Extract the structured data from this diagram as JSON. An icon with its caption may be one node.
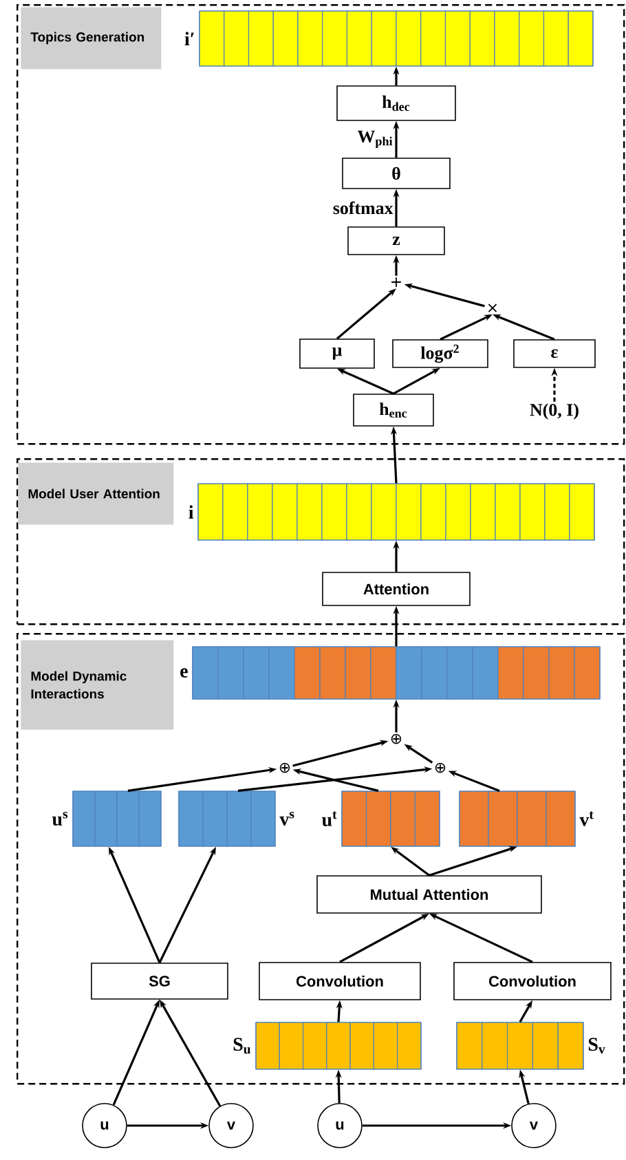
{
  "diagram": {
    "nodes": [
      {
        "text": [
          "Topics Generation"
        ]
      },
      {
        "text": [],
        "shape": "bar",
        "beside": [
          "i′"
        ],
        "in": 0
      },
      {
        "text": [
          "h$_{dec}$"
        ],
        "in": 0
      },
      {
        "text": [
          "θ"
        ],
        "in": 0
      },
      {
        "text": [
          "z"
        ],
        "in": 0
      },
      {
        "text": [
          "+"
        ],
        "in": 0
      },
      {
        "text": [
          "×"
        ],
        "in": 0
      },
      {
        "text": [
          "μ"
        ],
        "in": 0
      },
      {
        "text": [
          "logσ$^{2}$"
        ],
        "in": 0
      },
      {
        "text": [
          "ε"
        ],
        "in": 0
      },
      {
        "text": [
          "h$_{enc}$"
        ],
        "in": 0
      },
      {
        "text": [
          "N(0, I)"
        ],
        "in": 0
      },
      {
        "text": [
          "Model User Attention"
        ]
      },
      {
        "text": [],
        "shape": "bar",
        "beside": [
          "i"
        ],
        "in": 12
      },
      {
        "text": [
          "Attention"
        ],
        "in": 12
      },
      {
        "text": [
          "Model Dynamic Interactions"
        ]
      },
      {
        "text": [],
        "shape": "bar",
        "beside": [
          "e"
        ],
        "in": 15
      },
      {
        "text": [
          "⊕"
        ],
        "in": 15
      },
      {
        "text": [
          "⊕"
        ],
        "in": 15
      },
      {
        "text": [
          "⊕"
        ],
        "in": 15
      },
      {
        "text": [],
        "shape": "bar",
        "beside": [
          "u$^{s}$"
        ],
        "in": 15
      },
      {
        "text": [],
        "shape": "bar",
        "beside": [
          "v$^{s}$"
        ],
        "in": 15
      },
      {
        "text": [],
        "shape": "bar",
        "beside": [
          "u$^{t}$"
        ],
        "in": 15
      },
      {
        "text": [],
        "shape": "bar",
        "beside": [
          "v$^{t}$"
        ],
        "in": 15
      },
      {
        "text": [
          "Mutual Attention"
        ],
        "in": 15
      },
      {
        "text": [
          "SG"
        ],
        "in": 15
      },
      {
        "text": [
          "Convolution"
        ],
        "in": 15
      },
      {
        "text": [
          "Convolution"
        ],
        "in": 15
      },
      {
        "text": [],
        "shape": "bar",
        "beside": [
          "S$_{u}$"
        ],
        "in": 15
      },
      {
        "text": [],
        "shape": "bar",
        "beside": [
          "S$_{v}$"
        ],
        "in": 15
      },
      {
        "text": [
          "u"
        ]
      },
      {
        "text": [
          "v"
        ]
      },
      {
        "text": [
          "u"
        ]
      },
      {
        "text": [
          "v"
        ]
      }
    ],
    "edges": [
      {
        "from": 10,
        "to": 7,
        "arrow": "to"
      },
      {
        "from": 10,
        "to": 8,
        "arrow": "to"
      },
      {
        "from": 7,
        "to": 5,
        "arrow": "to"
      },
      {
        "from": 8,
        "to": 6,
        "arrow": "to"
      },
      {
        "from": 9,
        "to": 6,
        "arrow": "to"
      },
      {
        "from": 6,
        "to": 5,
        "arrow": "to"
      },
      {
        "from": 5,
        "to": 4,
        "arrow": "to"
      },
      {
        "from": 4,
        "to": 3,
        "arrow": "to",
        "label": "softmax"
      },
      {
        "from": 3,
        "to": 2,
        "arrow": "to",
        "label": "W$_{phi}$"
      },
      {
        "from": 2,
        "to": 1,
        "arrow": "to"
      },
      {
        "from": 11,
        "to": 9,
        "arrow": "to",
        "style": "dashed"
      },
      {
        "from": 13,
        "to": 10,
        "arrow": "to"
      },
      {
        "from": 14,
        "to": 13,
        "arrow": "to"
      },
      {
        "from": 16,
        "to": 14,
        "arrow": "to"
      },
      {
        "from": 17,
        "to": 16,
        "arrow": "to"
      },
      {
        "from": 18,
        "to": 17,
        "arrow": "to"
      },
      {
        "from": 19,
        "to": 17,
        "arrow": "to"
      },
      {
        "from": 20,
        "to": 18,
        "arrow": "to"
      },
      {
        "from": 22,
        "to": 18,
        "arrow": "to"
      },
      {
        "from": 21,
        "to": 19,
        "arrow": "to"
      },
      {
        "from": 23,
        "to": 19,
        "arrow": "to"
      },
      {
        "from": 24,
        "to": 22,
        "arrow": "to"
      },
      {
        "from": 24,
        "to": 23,
        "arrow": "to"
      },
      {
        "from": 26,
        "to": 24,
        "arrow": "to"
      },
      {
        "from": 27,
        "to": 24,
        "arrow": "to"
      },
      {
        "from": 25,
        "to": 20,
        "arrow": "to"
      },
      {
        "from": 25,
        "to": 21,
        "arrow": "to"
      },
      {
        "from": 28,
        "to": 26,
        "arrow": "to"
      },
      {
        "from": 29,
        "to": 27,
        "arrow": "to"
      },
      {
        "from": 30,
        "to": 25,
        "arrow": "to"
      },
      {
        "from": 31,
        "to": 25,
        "arrow": "to"
      },
      {
        "from": 30,
        "to": 31,
        "arrow": "to"
      },
      {
        "from": 32,
        "to": 28,
        "arrow": "to"
      },
      {
        "from": 33,
        "to": 29,
        "arrow": "to"
      },
      {
        "from": 32,
        "to": 33,
        "arrow": "to"
      }
    ]
  }
}
